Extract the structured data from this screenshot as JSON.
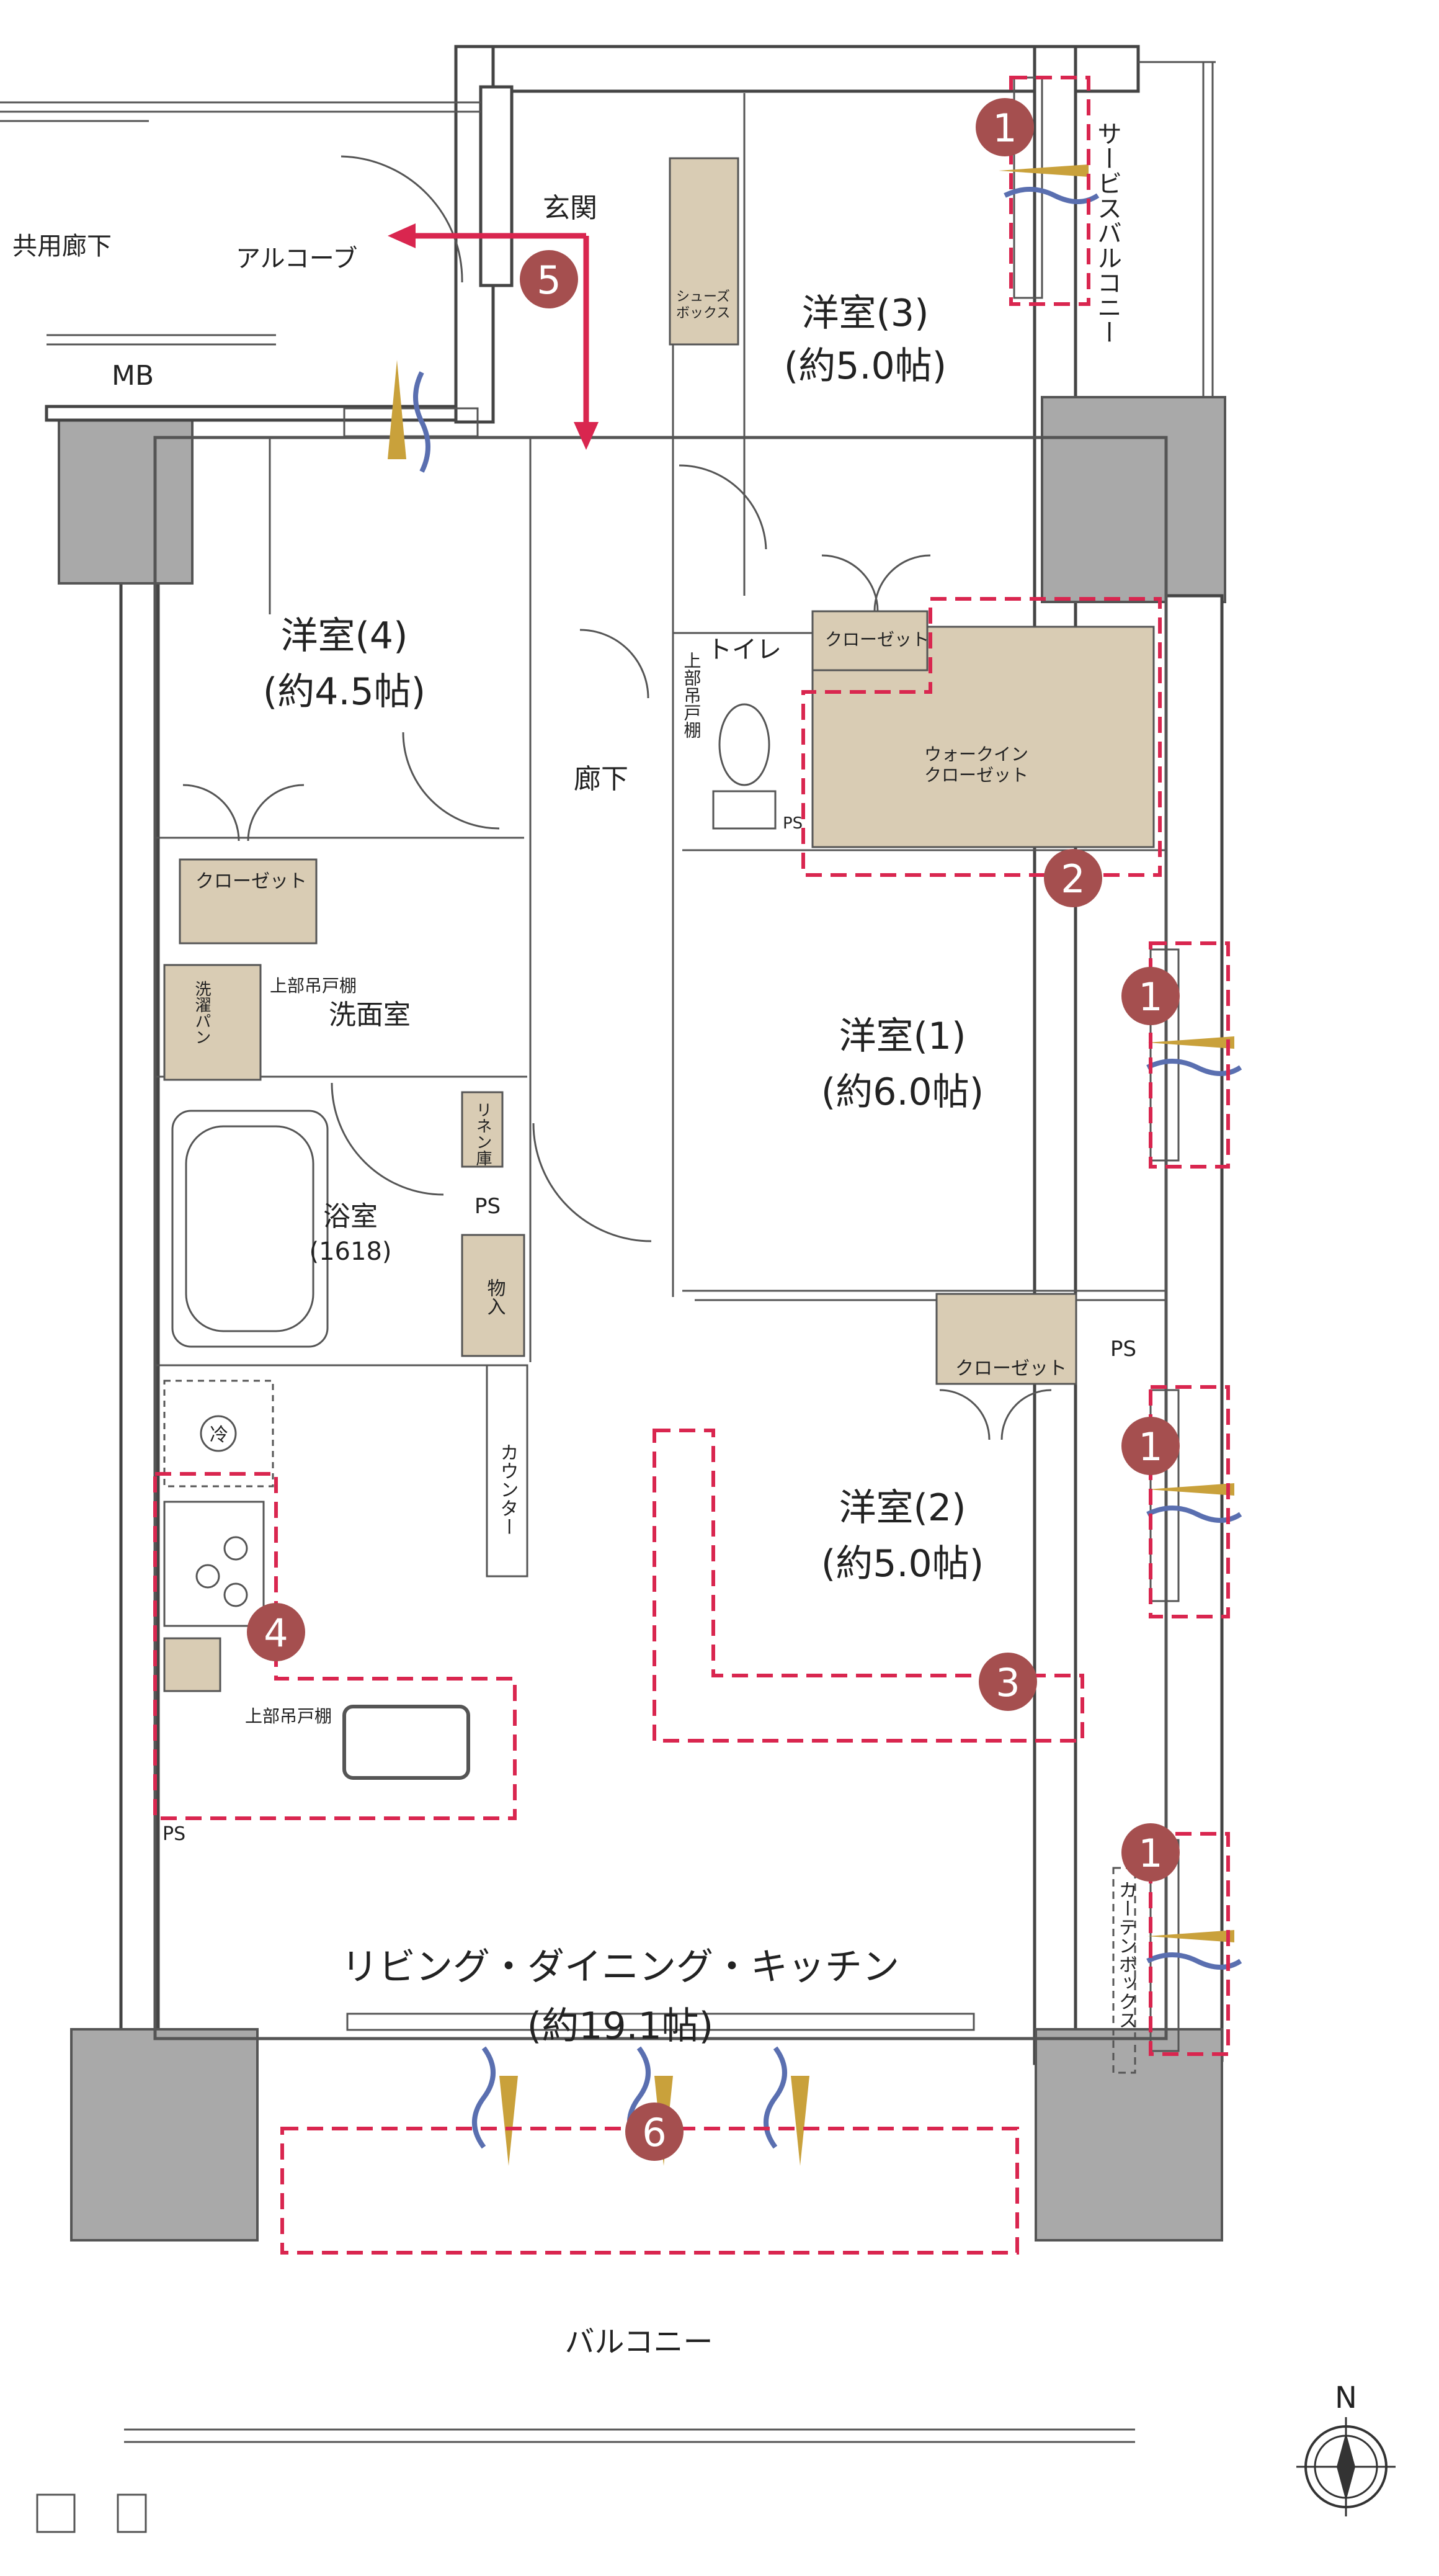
{
  "labels": {
    "common_corridor": "共用廊下",
    "alcove": "アルコーブ",
    "mb": "MB",
    "entrance": "玄関",
    "shoe_box": "シューズ\nボックス",
    "room3": "洋室(3)",
    "room3_size": "(約5.0帖)",
    "service_balcony": "サービスバルコニー",
    "room4": "洋室(4)",
    "room4_size": "(約4.5帖)",
    "toilet": "トイレ",
    "upper_cabinet_vertical": "上部吊戸棚",
    "corridor": "廊下",
    "closet_wic_side": "クローゼット",
    "walk_in_closet": "ウォークイン\nクローゼット",
    "ps_toilet": "PS",
    "closet_room4": "クローゼット",
    "washer_pan": "洗濯パン",
    "upper_cabinet_wash": "上部吊戸棚",
    "washroom": "洗面室",
    "linen": "リネン庫",
    "bathroom": "浴室",
    "bath_size": "(1618)",
    "ps_bath": "PS",
    "storage": "物入",
    "room1": "洋室(1)",
    "room1_size": "(約6.0帖)",
    "closet_room2": "クローゼット",
    "ps_room2": "PS",
    "fridge": "冷",
    "counter": "カウンター",
    "room2": "洋室(2)",
    "room2_size": "(約5.0帖)",
    "upper_cabinet_kitchen": "上部吊戸棚",
    "ps_kitchen": "PS",
    "ldk": "リビング・ダイニング・キッチン",
    "ldk_size": "(約19.1帖)",
    "curtain_box": "カーテンボックス",
    "balcony": "バルコニー",
    "north": "N"
  },
  "badges": [
    "1",
    "2",
    "3",
    "4",
    "5",
    "6"
  ],
  "colors": {
    "accent_dash": "#d9264f",
    "badge": "#a54f4f",
    "storage_fill": "#d9ccb4",
    "pillar": "#a9a9a9",
    "arrow": "#d9264f",
    "wind_gold": "#c9a13b",
    "wind_blue": "#5a6fb0"
  }
}
